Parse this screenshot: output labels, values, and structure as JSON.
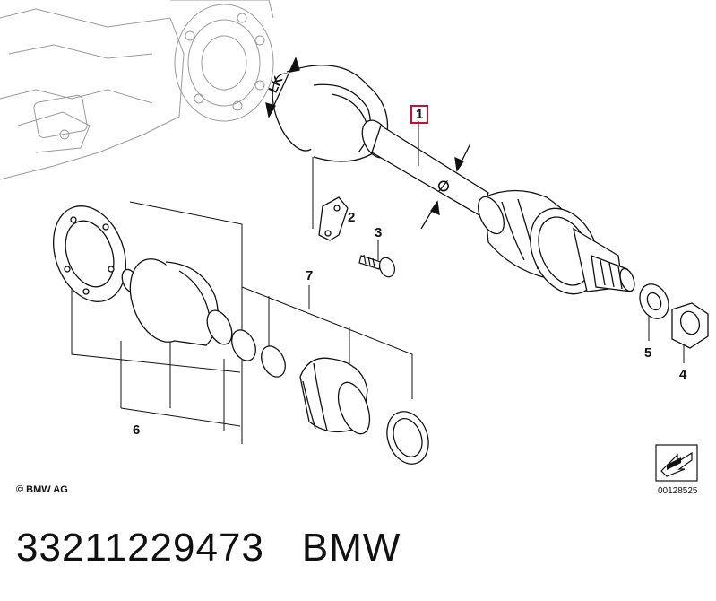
{
  "callouts": {
    "c1": "1",
    "c2": "2",
    "c3": "3",
    "c4": "4",
    "c5": "5",
    "c6": "6",
    "c7": "7"
  },
  "dimension_labels": {
    "lk": "LK",
    "diameter": "∅"
  },
  "copyright": "© BMW AG",
  "diagram_number": "00128525",
  "caption": {
    "part_number": "33211229473",
    "brand": "BMW"
  },
  "colors": {
    "highlight_box": "#c8102e",
    "line": "#111111",
    "faint_line": "#9a9a9a"
  },
  "icons": [
    "navigation-arrow-icon"
  ]
}
